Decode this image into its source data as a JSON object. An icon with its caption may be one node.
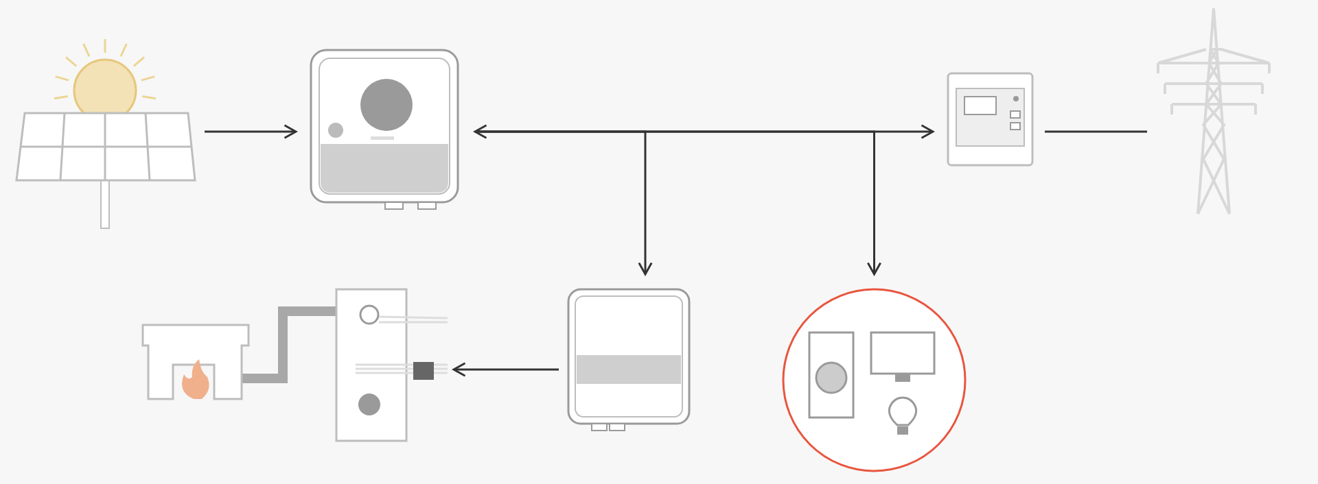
{
  "diagram": {
    "nodes": [
      {
        "text": [],
        "shape": "picture"
      },
      {
        "text": [],
        "shape": "picture"
      },
      {
        "text": [],
        "shape": "picture"
      },
      {
        "text": [],
        "shape": "picture"
      },
      {
        "text": [],
        "shape": "picture"
      },
      {
        "text": [],
        "shape": "circle"
      },
      {
        "text": [],
        "shape": "picture"
      }
    ],
    "edges": [
      {
        "from": 0,
        "to": 1,
        "arrow": "to"
      },
      {
        "from": 1,
        "to": 2,
        "arrow": "both"
      },
      {
        "from": 1,
        "to": 4,
        "arrow": "to"
      },
      {
        "from": 1,
        "to": 5,
        "arrow": "to"
      },
      {
        "from": 2,
        "to": 3,
        "arrow": "none"
      },
      {
        "from": 4,
        "to": 6,
        "arrow": "to"
      }
    ]
  }
}
